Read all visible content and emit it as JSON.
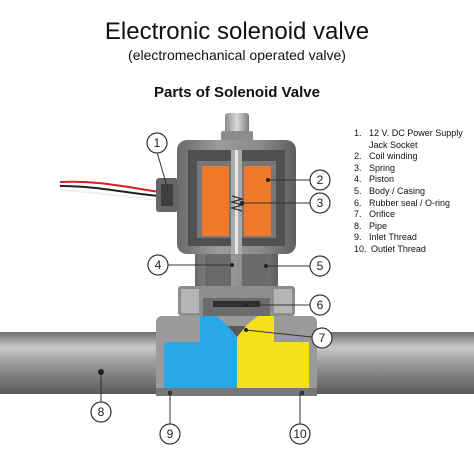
{
  "title": "Electronic solenoid valve",
  "subtitle": "(electromechanical operated valve)",
  "heading": "Parts of Solenoid Valve",
  "legend": [
    {
      "num": "1.",
      "text": "12 V. DC Power Supply Jack Socket"
    },
    {
      "num": "2.",
      "text": "Coil winding"
    },
    {
      "num": "3.",
      "text": "Spring"
    },
    {
      "num": "4.",
      "text": "Piston"
    },
    {
      "num": "5.",
      "text": "Body / Casing"
    },
    {
      "num": "6.",
      "text": "Rubber seal / O-ring"
    },
    {
      "num": "7.",
      "text": "Orifice"
    },
    {
      "num": "8.",
      "text": "Pipe"
    },
    {
      "num": "9.",
      "text": "Inlet Thread"
    },
    {
      "num": "10.",
      "text": "Outlet Thread"
    }
  ],
  "callouts": [
    "1",
    "2",
    "3",
    "4",
    "5",
    "6",
    "7",
    "8",
    "9",
    "10"
  ],
  "colors": {
    "body_gray": "#7d7d7d",
    "dark_gray": "#555555",
    "coil_orange": "#f07a2a",
    "inlet_blue": "#29a8e8",
    "outlet_yellow": "#f5e11a",
    "pipe_gray": "#8a8a8a"
  }
}
